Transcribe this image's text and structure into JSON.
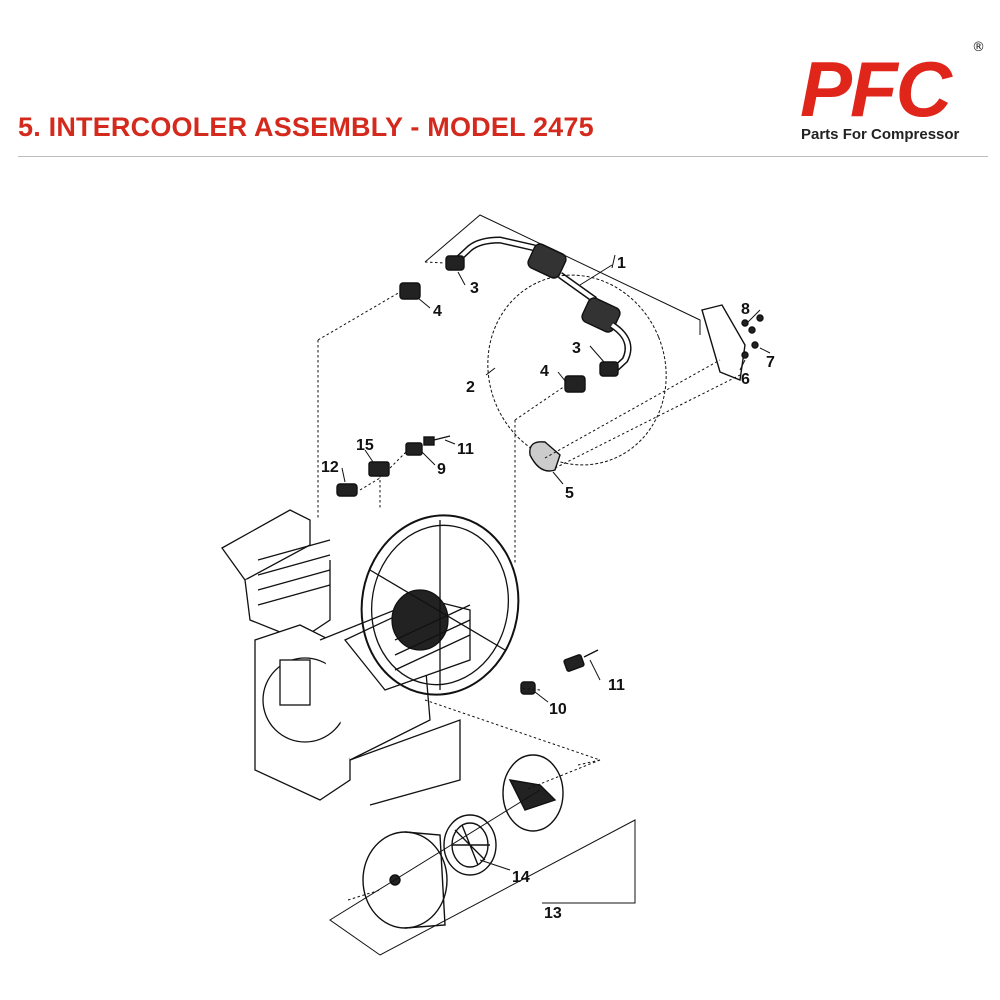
{
  "header": {
    "title": "5. INTERCOOLER ASSEMBLY - MODEL 2475"
  },
  "logo": {
    "mark": "PFC",
    "registered": "®",
    "tagline": "Parts For Compressor",
    "brand_color": "#e0251b"
  },
  "title_color": "#d42a1e",
  "callouts": {
    "c1": "1",
    "c2": "2",
    "c3a": "3",
    "c3b": "3",
    "c4a": "4",
    "c4b": "4",
    "c5": "5",
    "c6": "6",
    "c7": "7",
    "c8": "8",
    "c9": "9",
    "c10": "10",
    "c11a": "11",
    "c11b": "11",
    "c12": "12",
    "c13": "13",
    "c14": "14",
    "c15": "15"
  }
}
